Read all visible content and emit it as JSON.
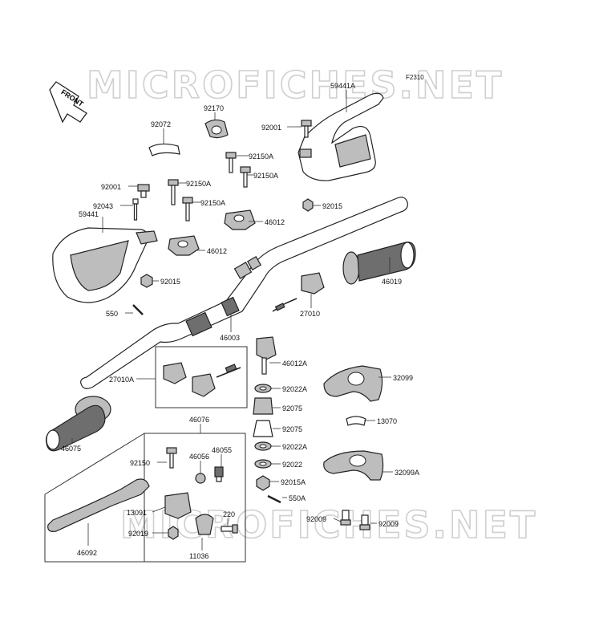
{
  "diagram": {
    "code": "F2310",
    "front_label": "FRONT",
    "watermark": "MICROFICHES.NET",
    "parts": {
      "p59441A": "59441A",
      "p92001a": "92001",
      "p92170": "92170",
      "p92072": "92072",
      "p92150Aa": "92150A",
      "p92150Ab": "92150A",
      "p92150Ac": "92150A",
      "p92150Ad": "92150A",
      "p92001b": "92001",
      "p92043": "92043",
      "p59441": "59441",
      "p92015a": "92015",
      "p46012a": "46012",
      "p46012b": "46012",
      "p92015b": "92015",
      "p46019": "46019",
      "p27010": "27010",
      "p550": "550",
      "p46003": "46003",
      "p46012A": "46012A",
      "p27010A": "27010A",
      "p32099": "32099",
      "p92022Aa": "92022A",
      "p92075a": "92075",
      "p13070": "13070",
      "p46076": "46076",
      "p92075b": "92075",
      "p46075": "46075",
      "p92022Ab": "92022A",
      "p46055": "46055",
      "p46056": "46056",
      "p92150": "92150",
      "p92022": "92022",
      "p32099A": "32099A",
      "p92015A": "92015A",
      "p550A": "550A",
      "p13091": "13091",
      "p220": "220",
      "p92009a": "92009",
      "p92009b": "92009",
      "p92019": "92019",
      "p46092": "46092",
      "p11036": "11036"
    }
  }
}
